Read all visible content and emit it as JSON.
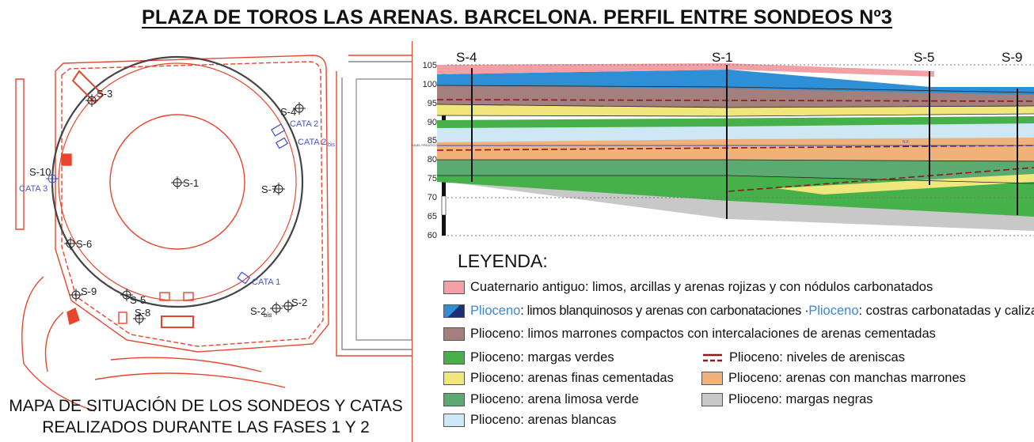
{
  "title": "PLAZA DE TOROS LAS ARENAS. BARCELONA. PERFIL ENTRE SONDEOS Nº3",
  "map": {
    "caption_line1": "MAPA DE SITUACIÓN DE LOS SONDEOS Y CATAS",
    "caption_line2": "REALIZADOS DURANTE LAS FASES 1 Y 2",
    "labels": {
      "s1": "S-1",
      "s2": "S-2",
      "s2bis": "S-2",
      "bis": "bis",
      "s3": "S-3",
      "s4": "S-4",
      "s5": "S-5",
      "s6": "S-6",
      "s7": "S-7",
      "s8": "S-8",
      "s9": "S-9",
      "s10": "S-10",
      "cata1": "CATA 1",
      "cata2": "CATA 2",
      "cata2bis": "CATA 2",
      "cata3": "CATA 3"
    },
    "colors": {
      "plan_line": "#e8452e",
      "cata": "#4a55c6"
    }
  },
  "profile": {
    "boreholes": [
      "S-4",
      "S-1",
      "S-5",
      "S-9"
    ],
    "y_ticks": [
      "105",
      "100",
      "95",
      "90",
      "85",
      "80",
      "75",
      "70",
      "65",
      "60"
    ],
    "water_mark": "N.F.",
    "axis_note": "NIVEL FREATICO"
  },
  "legend": {
    "title": "LEYENDA:",
    "items": {
      "cuaternario": {
        "text": "Cuaternario antiguo: limos, arcillas y arenas rojizas y con nódulos carbonatados",
        "color": "#f2a0a6"
      },
      "limos_blanq": {
        "t1": "Plioceno",
        "t2": ": limos blanquinosos y arenas con carbonataciones · ",
        "t3": "Plioceno",
        "t4": ": costras carbonatadas y calizas",
        "color": "#2e8fd6"
      },
      "limos_marr": {
        "text": "Plioceno: limos marrones compactos con intercalaciones de arenas cementadas",
        "color": "#a37f7e"
      },
      "margas_verdes": {
        "text": "Plioceno: margas verdes",
        "color": "#46b14a"
      },
      "arenas_finas": {
        "text": "Plioceno: arenas finas cementadas",
        "color": "#f0e77c"
      },
      "arena_limosa": {
        "text": "Plioceno: arena limosa verde",
        "color": "#5aaa72"
      },
      "arenas_blancas": {
        "text": "Plioceno: arenas blancas",
        "color": "#cde7f5"
      },
      "areniscas": {
        "text": "Plioceno: niveles de areniscas",
        "color": "#8b1a1a"
      },
      "manchas": {
        "text": "Plioceno: arenas con manchas marrones",
        "color": "#f1b27a"
      },
      "margas_negras": {
        "text": "Plioceno: margas negras",
        "color": "#c8c8c8"
      }
    }
  }
}
